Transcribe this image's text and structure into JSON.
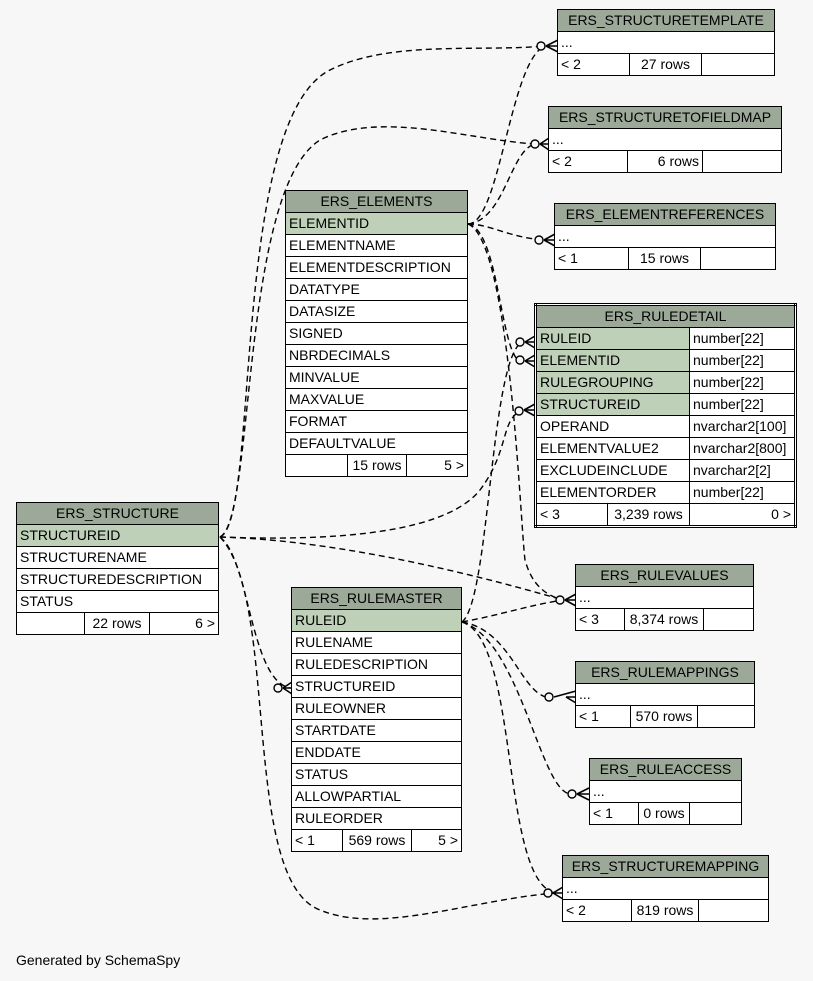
{
  "footer": "Generated by SchemaSpy",
  "tables": {
    "structure": {
      "name": "ERS_STRUCTURE",
      "columns": [
        "STRUCTUREID",
        "STRUCTURENAME",
        "STRUCTUREDESCRIPTION",
        "STATUS"
      ],
      "parents": "",
      "rows": "22 rows",
      "children": "6 >"
    },
    "elements": {
      "name": "ERS_ELEMENTS",
      "columns": [
        "ELEMENTID",
        "ELEMENTNAME",
        "ELEMENTDESCRIPTION",
        "DATATYPE",
        "DATASIZE",
        "SIGNED",
        "NBRDECIMALS",
        "MINVALUE",
        "MAXVALUE",
        "FORMAT",
        "DEFAULTVALUE"
      ],
      "parents": "",
      "rows": "15 rows",
      "children": "5 >"
    },
    "rulemaster": {
      "name": "ERS_RULEMASTER",
      "columns": [
        "RULEID",
        "RULENAME",
        "RULEDESCRIPTION",
        "STRUCTUREID",
        "RULEOWNER",
        "STARTDATE",
        "ENDDATE",
        "STATUS",
        "ALLOWPARTIAL",
        "RULEORDER"
      ],
      "parents": "< 1",
      "rows": "569 rows",
      "children": "5 >"
    },
    "ruledetail": {
      "name": "ERS_RULEDETAIL",
      "columns": [
        {
          "name": "RULEID",
          "type": "number[22]"
        },
        {
          "name": "ELEMENTID",
          "type": "number[22]"
        },
        {
          "name": "RULEGROUPING",
          "type": "number[22]"
        },
        {
          "name": "STRUCTUREID",
          "type": "number[22]"
        },
        {
          "name": "OPERAND",
          "type": "nvarchar2[100]"
        },
        {
          "name": "ELEMENTVALUE2",
          "type": "nvarchar2[800]"
        },
        {
          "name": "EXCLUDEINCLUDE",
          "type": "nvarchar2[2]"
        },
        {
          "name": "ELEMENTORDER",
          "type": "number[22]"
        }
      ],
      "parents": "< 3",
      "rows": "3,239 rows",
      "children": "0 >"
    },
    "structuretemplate": {
      "name": "ERS_STRUCTURETEMPLATE",
      "ellipsis": "...",
      "parents": "< 2",
      "rows": "27 rows",
      "children": ""
    },
    "structuretofieldmap": {
      "name": "ERS_STRUCTURETOFIELDMAP",
      "ellipsis": "...",
      "parents": "< 2",
      "rows": "6 rows",
      "children": ""
    },
    "elementreferences": {
      "name": "ERS_ELEMENTREFERENCES",
      "ellipsis": "...",
      "parents": "< 1",
      "rows": "15 rows",
      "children": ""
    },
    "rulevalues": {
      "name": "ERS_RULEVALUES",
      "ellipsis": "...",
      "parents": "< 3",
      "rows": "8,374 rows",
      "children": ""
    },
    "rulemappings": {
      "name": "ERS_RULEMAPPINGS",
      "ellipsis": "...",
      "parents": "< 1",
      "rows": "570 rows",
      "children": ""
    },
    "ruleaccess": {
      "name": "ERS_RULEACCESS",
      "ellipsis": "...",
      "parents": "< 1",
      "rows": "0 rows",
      "children": ""
    },
    "structuremapping": {
      "name": "ERS_STRUCTUREMAPPING",
      "ellipsis": "...",
      "parents": "< 2",
      "rows": "819 rows",
      "children": ""
    }
  }
}
